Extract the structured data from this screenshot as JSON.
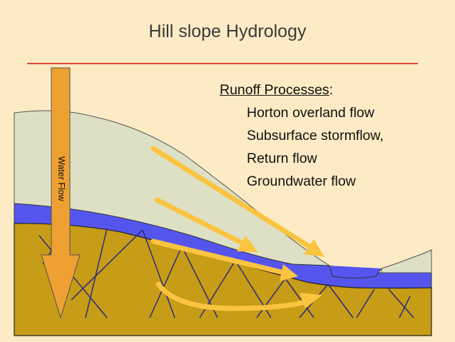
{
  "title": "Hill slope Hydrology",
  "processes": {
    "heading": "Runoff Processes",
    "heading_suffix": ":",
    "items": [
      "Horton overland flow",
      "Subsurface stormflow,",
      "Return flow",
      "Groundwater flow"
    ]
  },
  "water_flow_label": "Water Flow",
  "colors": {
    "background": "#fcebc4",
    "soil_surface": "#dde0c4",
    "water_table": "#5555ee",
    "bedrock": "#c79c16",
    "flow_arrows": "#fbc440",
    "water_flow_arrow": "#eea033",
    "title_rule": "#e0443a"
  }
}
